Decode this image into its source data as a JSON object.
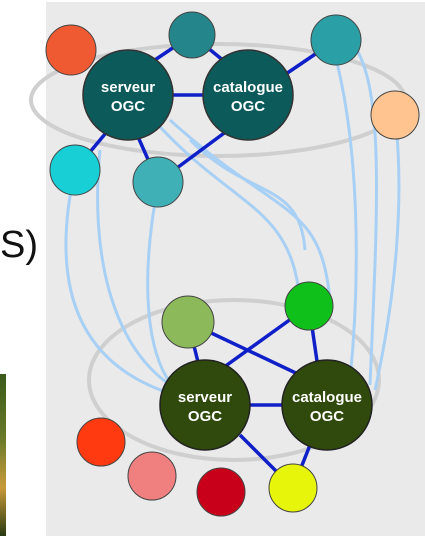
{
  "fragment_text": "S)",
  "top_cluster": {
    "server_label": [
      "serveur",
      "OGC"
    ],
    "catalogue_label": [
      "catalogue",
      "OGC"
    ],
    "colors": {
      "hub": "#0d5a5a",
      "node_orange": "#f05a32",
      "node_teal": "#24868a",
      "node_teal2": "#2aa0a6",
      "node_cyan": "#18cfd6",
      "node_teal3": "#3fb0b6",
      "node_peach": "#ffc48f"
    }
  },
  "bottom_cluster": {
    "server_label": [
      "serveur",
      "OGC"
    ],
    "catalogue_label": [
      "catalogue",
      "OGC"
    ],
    "colors": {
      "hub": "#2f4a0c",
      "node_lightgreen": "#8cba5a",
      "node_green": "#0fc01a",
      "node_red": "#ff3a10",
      "node_pink": "#f08080",
      "node_darkred": "#c8001a",
      "node_yellow": "#e6f50a"
    }
  },
  "colors": {
    "link_blue": "#1020c8",
    "curve_lightblue": "#a8d0f5",
    "panel_bg": "#eaeaea",
    "ellipse_grey": "#cfcfcf"
  }
}
